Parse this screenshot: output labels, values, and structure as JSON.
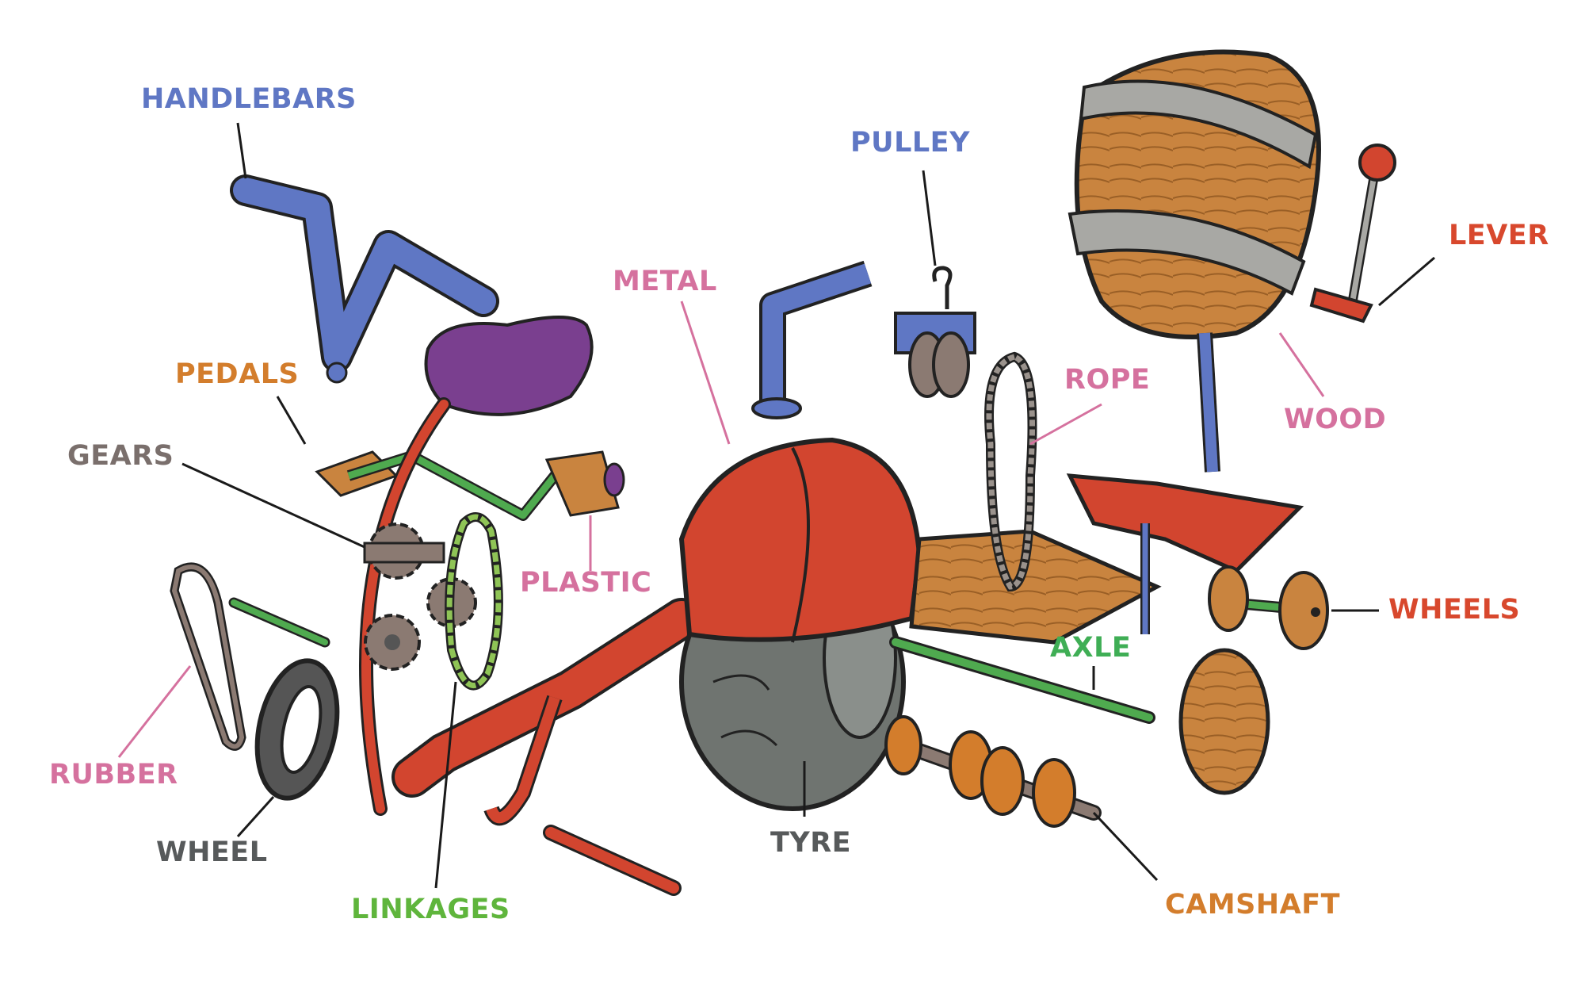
{
  "labels": {
    "handlebars": "HANDLEBARS",
    "pedals": "PEDALS",
    "gears": "GEARS",
    "wheel": "WHEEL",
    "rubber": "RUBBER",
    "linkages": "LINKAGES",
    "plastic": "PLASTIC",
    "metal": "METAL",
    "pulley": "PULLEY",
    "rope": "ROPE",
    "wood": "WOOD",
    "lever": "LEVER",
    "wheels": "WHEELS",
    "axle": "AXLE",
    "tyre": "TYRE",
    "camshaft": "CAMSHAFT"
  },
  "colors": {
    "blue": "#5f77c4",
    "orange": "#d37d2c",
    "grey": "#7a6f6c",
    "pink": "#d5719e",
    "red": "#d8482d",
    "green": "#5fb53c",
    "dark": "#575a5b",
    "metal_red": "#d2452f",
    "wood_brown": "#c9843f",
    "tyre_grey": "#6f7470",
    "seat_purple": "#7a3f8f",
    "pipe_blue": "#5f77c4",
    "rod_green": "#4faa4f"
  }
}
